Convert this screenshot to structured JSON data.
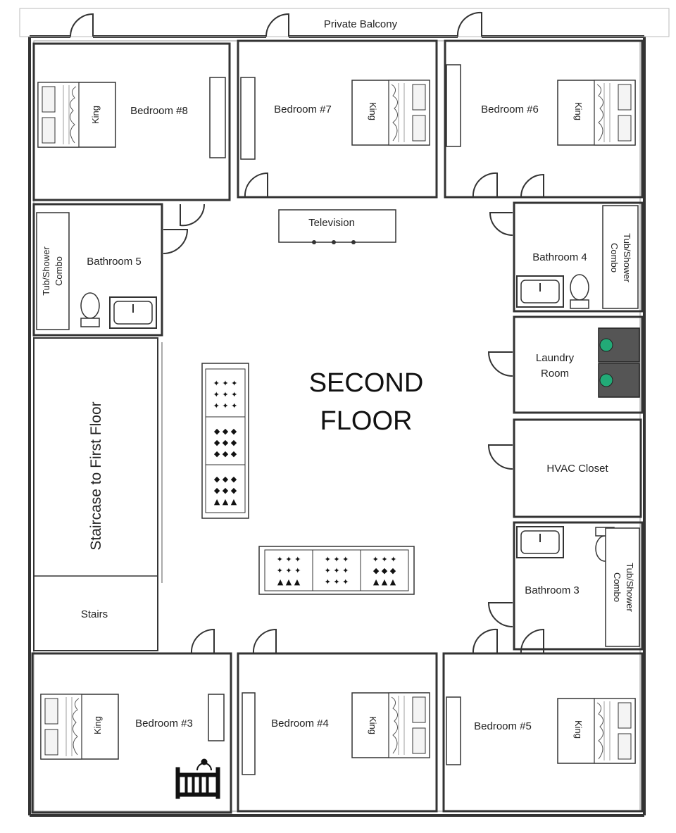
{
  "plan": {
    "title_line1": "SECOND",
    "title_line2": "FLOOR",
    "balcony": "Private Balcony",
    "television": "Television",
    "staircase": "Staircase to First Floor",
    "stairs": "Stairs",
    "bedrooms": {
      "b8": "Bedroom #8",
      "b7": "Bedroom #7",
      "b6": "Bedroom #6",
      "b3": "Bedroom #3",
      "b4": "Bedroom #4",
      "b5": "Bedroom #5"
    },
    "bed_label": "King",
    "bathrooms": {
      "bath5": "Bathroom 5",
      "bath4": "Bathroom 4",
      "bath3": "Bathroom 3"
    },
    "tub_line1": "Tub/Shower",
    "tub_line2": "Combo",
    "laundry_line1": "Laundry",
    "laundry_line2": "Room",
    "hvac": "HVAC  Closet"
  }
}
